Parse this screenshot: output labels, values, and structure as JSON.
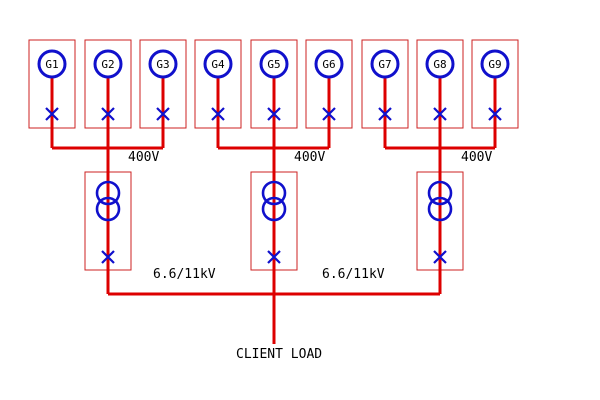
{
  "generators": [
    "G1",
    "G2",
    "G3",
    "G4",
    "G5",
    "G6",
    "G7",
    "G8",
    "G9"
  ],
  "bus_labels": {
    "lv_left": "400V",
    "lv_middle": "400V",
    "lv_right": "400V",
    "hv_left": "6.6/11kV",
    "hv_right": "6.6/11kV"
  },
  "load_label": "CLIENT LOAD",
  "colors": {
    "box": "#cc2222",
    "line": "#dd0000",
    "symbol": "#1010cc",
    "text": "#000000"
  }
}
